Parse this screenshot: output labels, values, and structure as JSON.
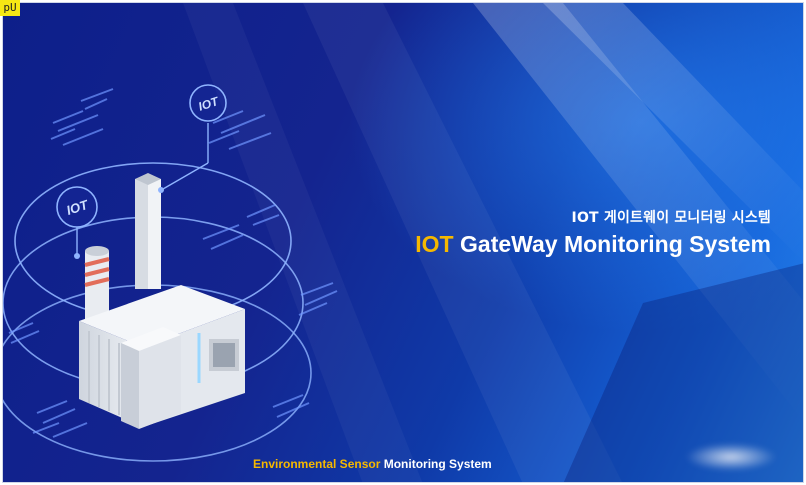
{
  "badge": {
    "label": "pU"
  },
  "header": {
    "subtitle_ko": "IOT 게이트웨이 모니터링 시스템",
    "title_accent": "IOT",
    "title_rest": " GateWay Monitoring System"
  },
  "illustration": {
    "iot_bubble_1": "IOT",
    "iot_bubble_2": "IOT"
  },
  "footer": {
    "tagline_accent": "Environmental Sensor",
    "tagline_rest": " Monitoring System"
  },
  "colors": {
    "accent": "#f5b800",
    "background_dark": "#0d1f8a",
    "background_light": "#2a8cf0"
  }
}
